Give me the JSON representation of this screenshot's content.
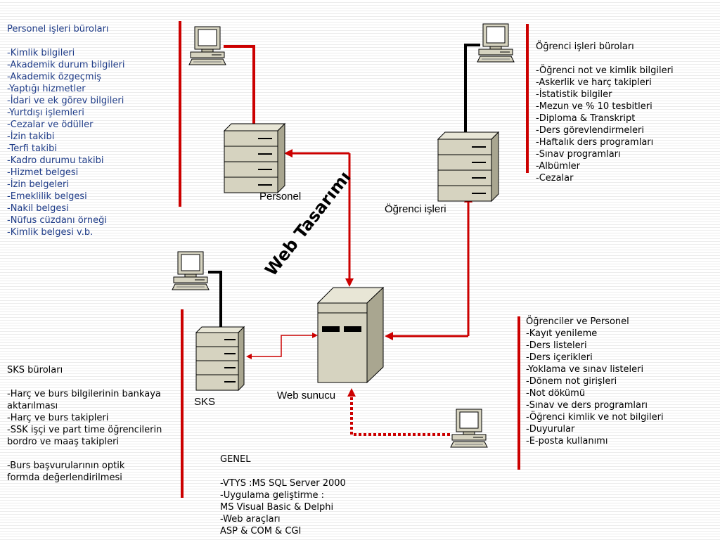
{
  "title": "Web Tasarımı",
  "nodes": {
    "personel": "Personel",
    "ogrenci": "Öğrenci işleri",
    "sks": "SKS",
    "web": "Web sunucu"
  },
  "personel_box": [
    "Personel işleri büroları",
    "",
    "-Kimlik bilgileri",
    "-Akademik durum bilgileri",
    "-Akademik özgeçmiş",
    "-Yaptığı hizmetler",
    "-İdari ve ek görev bilgileri",
    "-Yurtdışı işlemleri",
    "-Cezalar ve ödüller",
    "-İzin takibi",
    "-Terfi takibi",
    "-Kadro durumu takibi",
    "-Hizmet belgesi",
    "-İzin belgeleri",
    "-Emeklilik belgesi",
    "-Nakil belgesi",
    "-Nüfus cüzdanı örneği",
    "-Kimlik belgesi v.b."
  ],
  "ogrenci_box": [
    "Öğrenci işleri büroları",
    "",
    "-Öğrenci not ve kimlik bilgileri",
    "-Askerlik ve harç takipleri",
    "-İstatistik bilgiler",
    "-Mezun ve % 10 tesbitleri",
    "-Diploma & Transkript",
    "-Ders görevlendirmeleri",
    "-Haftalık ders programları",
    "-Sınav programları",
    "-Albümler",
    "-Cezalar"
  ],
  "users_box": [
    "Öğrenciler ve Personel",
    "-Kayıt yenileme",
    "-Ders listeleri",
    "-Ders içerikleri",
    "-Yoklama ve sınav listeleri",
    "-Dönem not girişleri",
    "-Not dökümü",
    "-Sınav ve ders programları",
    "-Öğrenci kimlik ve not bilgileri",
    "-Duyurular",
    "-E-posta kullanımı"
  ],
  "sks_box": [
    "SKS büroları",
    "",
    "-Harç ve burs bilgilerinin bankaya",
    "aktarılması",
    "-Harç ve burs  takipleri",
    "-SSK işçi ve part time öğrencilerin",
    " bordro ve maaş takipleri",
    "",
    "-Burs başvurularının optik",
    "formda değerlendirilmesi"
  ],
  "genel_box": [
    "GENEL",
    "",
    "-VTYS :MS SQL Server 2000",
    "-Uygulama geliştirme :",
    "MS Visual Basic & Delphi",
    "-Web araçları",
    "ASP & COM & CGI"
  ],
  "colors": {
    "accent": "#cc0000",
    "text_blue": "#1f3c88",
    "device_fill": "#d6d3c0"
  }
}
